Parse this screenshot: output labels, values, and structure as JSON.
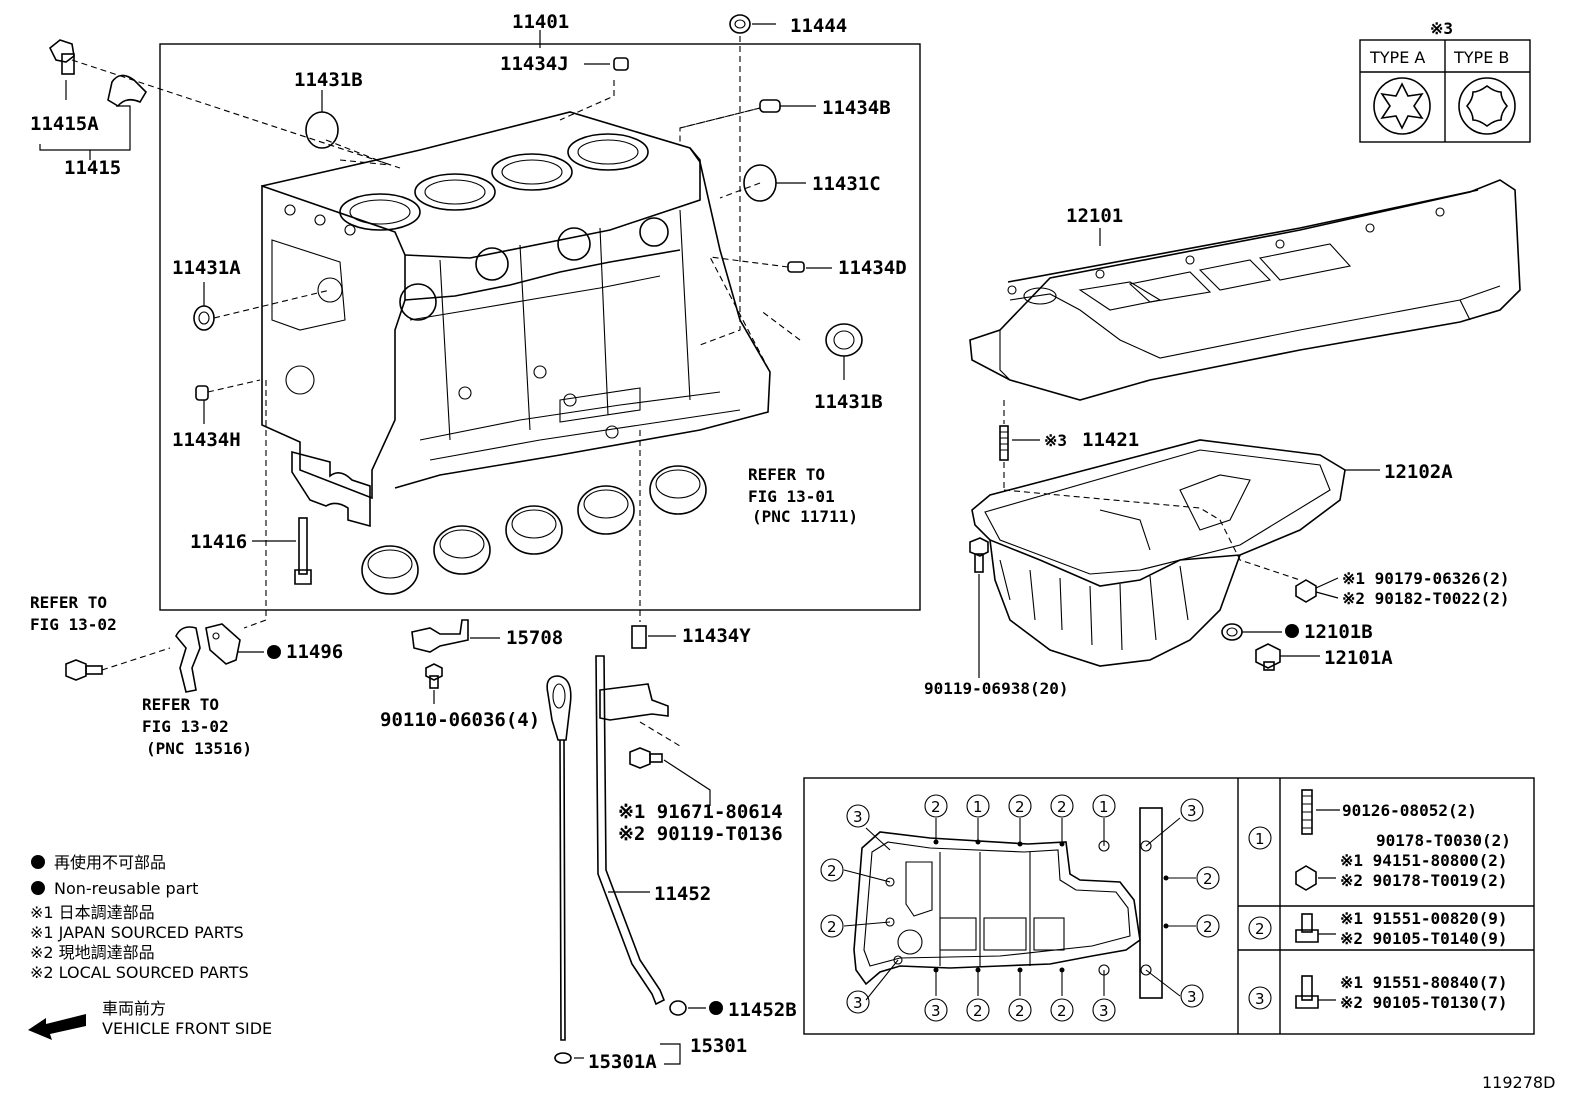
{
  "diagram_id": "119278D",
  "parts": {
    "p11401": "11401",
    "p11444": "11444",
    "p11434J": "11434J",
    "p11434B": "11434B",
    "p11431B_top": "11431B",
    "p11431C": "11431C",
    "p11431A": "11431A",
    "p11434D": "11434D",
    "p11431B_right": "11431B",
    "p11434H": "11434H",
    "p11416": "11416",
    "p11415A": "11415A",
    "p11415": "11415",
    "p11496": "11496",
    "p15708": "15708",
    "p90110": "90110-06036(4)",
    "p11434Y": "11434Y",
    "p11452": "11452",
    "p11452B": "11452B",
    "p15301A": "15301A",
    "p15301": "15301",
    "p12101": "12101",
    "p11421": "11421",
    "p11421_note": "※3",
    "p12102A": "12102A",
    "p12101B": "12101B",
    "p12101A": "12101A",
    "p90119_06938": "90119-06938(20)",
    "p90179_1": "※1 90179-06326(2)",
    "p90182_2": "※2 90182-T0022(2)",
    "p91671_1": "※1 91671-80614",
    "p90119_2": "※2 90119-T0136"
  },
  "refs": {
    "fig1301_a": "REFER TO",
    "fig1301_b": "FIG 13-01",
    "fig1301_c": "(PNC 11711)",
    "fig1302_left_a": "REFER TO",
    "fig1302_left_b": "FIG 13-02",
    "fig1302_mid_a": "REFER TO",
    "fig1302_mid_b": "FIG 13-02",
    "fig1302_mid_c": "(PNC 13516)"
  },
  "type_box": {
    "note": "※3",
    "type_a": "TYPE A",
    "type_b": "TYPE B"
  },
  "legend": {
    "non_reusable_jp": "再使用不可部品",
    "non_reusable_en": "Non-reusable part",
    "japan_jp": "※1  日本調達部品",
    "japan_en": "※1  JAPAN SOURCED PARTS",
    "local_jp": "※2  現地調達部品",
    "local_en": "※2  LOCAL SOURCED PARTS",
    "front_jp": "車両前方",
    "front_en": "VEHICLE FRONT SIDE"
  },
  "bolt_table": {
    "row1_num": "1",
    "row1_a": "90126-08052(2)",
    "row1_b": "90178-T0030(2)",
    "row1_c": "※1 94151-80800(2)",
    "row1_d": "※2 90178-T0019(2)",
    "row2_num": "2",
    "row2_a": "※1 91551-00820(9)",
    "row2_b": "※2 90105-T0140(9)",
    "row3_num": "3",
    "row3_a": "※1 91551-80840(7)",
    "row3_b": "※2 90105-T0130(7)"
  },
  "pan_markers": {
    "top": [
      "2",
      "1",
      "2",
      "2",
      "1",
      "3",
      "3"
    ],
    "left": [
      "2",
      "2",
      "3",
      "3"
    ],
    "right": [
      "2",
      "2",
      "3"
    ],
    "bottom": [
      "3",
      "2",
      "2",
      "2",
      "3"
    ]
  }
}
